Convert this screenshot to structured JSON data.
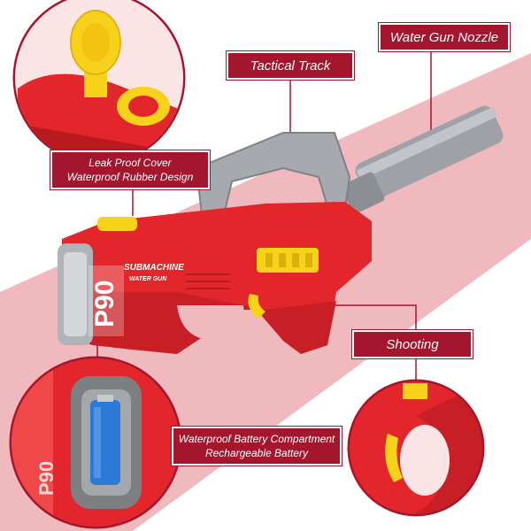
{
  "colors": {
    "background_pink": "#efb9bd",
    "background_white": "#ffffff",
    "label_red": "#a4162d",
    "gun_red": "#e2262b",
    "gun_dark_red": "#b81a1f",
    "accent_yellow": "#f7d21b",
    "nozzle_gray": "#9ea2a6"
  },
  "callouts": {
    "nozzle": "Water Gun Nozzle",
    "track": "Tactical Track",
    "leak_line1": "Leak Proof Cover",
    "leak_line2": "Waterproof Rubber Design",
    "shooting": "Shooting",
    "battery_line1": "Waterproof Battery Compartment",
    "battery_line2": "Rechargeable Battery"
  },
  "gun_text": {
    "brand": "SUBMACHINE",
    "sub": "WATER GUN",
    "model": "P90"
  }
}
